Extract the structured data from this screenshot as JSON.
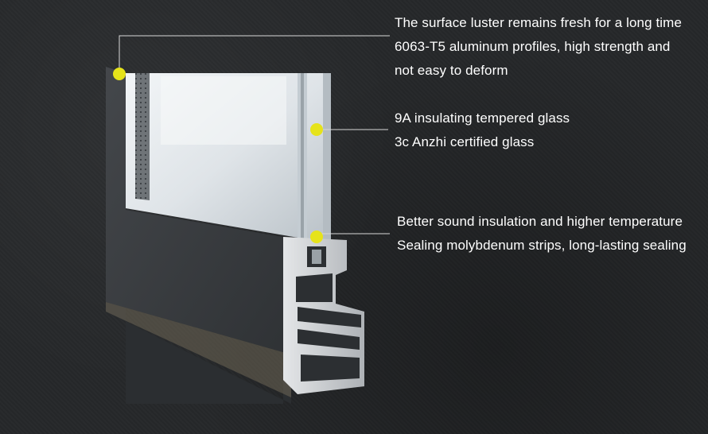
{
  "callouts": [
    {
      "lines": [
        "The surface luster remains fresh for a long time",
        "6063-T5 aluminum profiles, high strength and",
        "not easy to deform"
      ]
    },
    {
      "lines": [
        "9A insulating tempered glass",
        "3c Anzhi certified glass"
      ]
    },
    {
      "lines": [
        "Better sound insulation and higher temperature",
        "Sealing molybdenum strips, long-lasting sealing"
      ]
    }
  ],
  "colors": {
    "background": "#26282a",
    "frame": "#3a3d41",
    "marker": "#e6e31a",
    "leader": "#d8d8d8",
    "glass": "#d6dde2",
    "aluminum": "#c9cccf"
  }
}
